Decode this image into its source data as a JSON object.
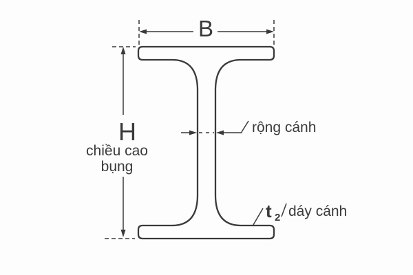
{
  "diagram": {
    "title": "I-beam cross-section dimension diagram",
    "colors": {
      "background": "#fdfdfd",
      "line": "#3a3a3c",
      "text": "#3a3a3c"
    },
    "labels": {
      "flange_width": "B",
      "beam_height": "H",
      "beam_height_caption_line1": "chiều cao",
      "beam_height_caption_line2": "bụng",
      "web_thickness": "rộng cánh",
      "flange_thickness_symbol": "t",
      "flange_thickness_symbol_sub": "2",
      "flange_thickness": "dáy cánh"
    }
  }
}
